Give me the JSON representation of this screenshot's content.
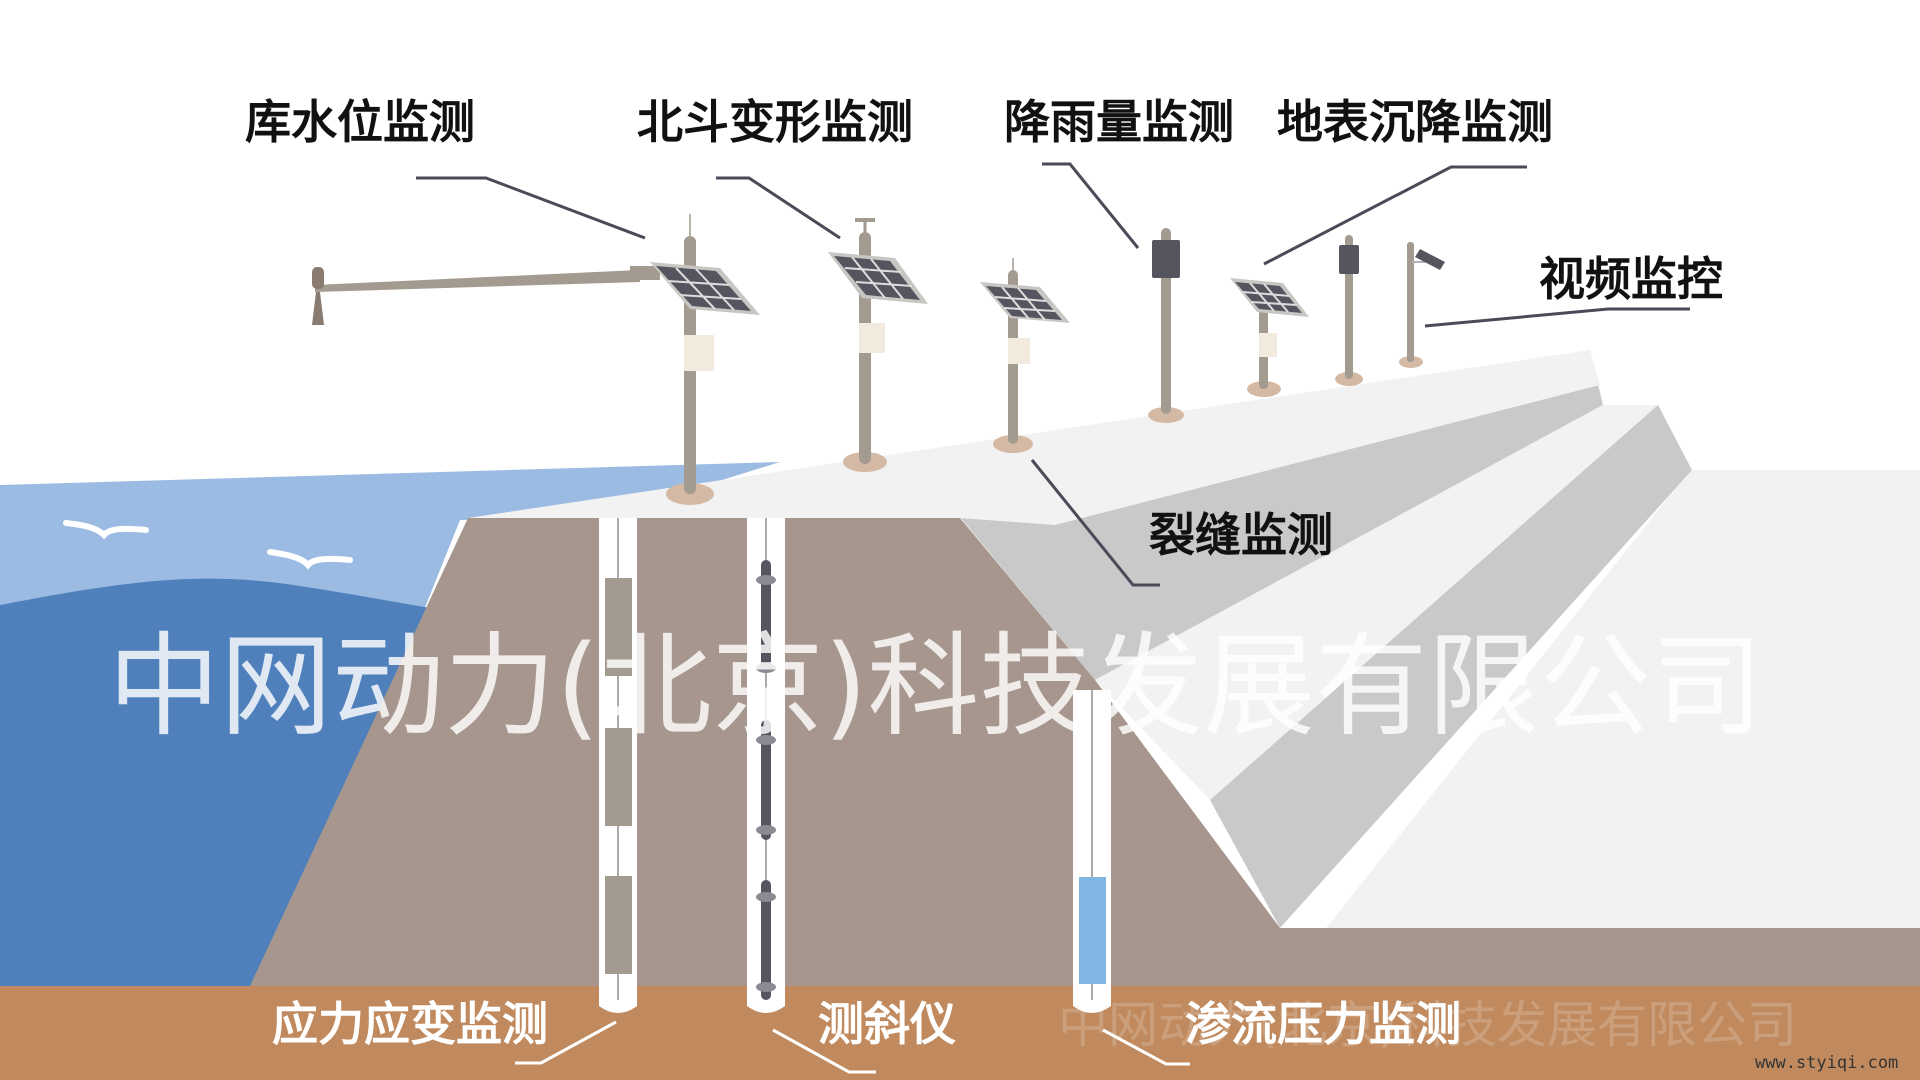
{
  "title": "大坝安全监测系统示意图",
  "labels": {
    "reservoir_level": "库水位监测",
    "beidou_deformation": "北斗变形监测",
    "rainfall": "降雨量监测",
    "surface_settlement": "地表沉降监测",
    "video": "视频监控",
    "crack": "裂缝监测",
    "stress_strain": "应力应变监测",
    "inclinometer": "测斜仪",
    "seepage_pressure": "渗流压力监测"
  },
  "watermark": {
    "main": "中网动力(北京)科技发展有限公司",
    "bottom": "中网动力(北京)科技发展有限公司",
    "url": "www.styiqi.com"
  },
  "colors": {
    "water_light": "#9bbbe3",
    "water_dark": "#4f80bb",
    "dam_core": "#a6968d",
    "dam_crest": "#f2f2f2",
    "dam_slope": "#c9c9c9",
    "foundation": "#c08a5e",
    "pole": "#a39a90",
    "panel": "#555560",
    "pipe_blue": "#82b6e2",
    "leader": "#4a4a58"
  }
}
